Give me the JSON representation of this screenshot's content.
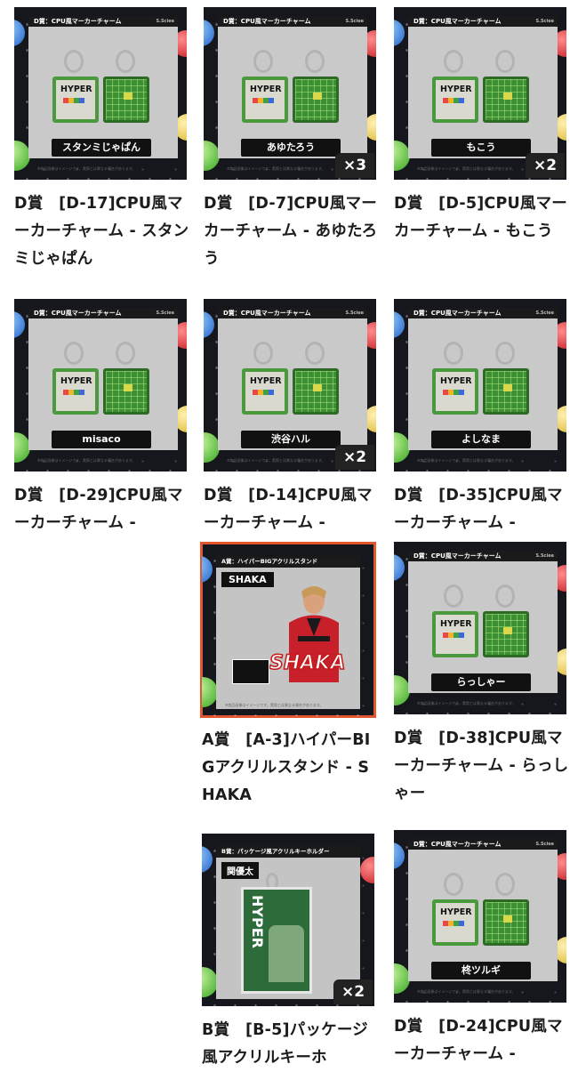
{
  "items": [
    {
      "caption": "D賞　[D-17]CPU風マーカーチャーム - スタンミじゃぱん",
      "header": "D賞：CPU風マーカーチャーム",
      "credit": "S.Sciee",
      "nameplate": "スタンミじゃぱん",
      "mult": "",
      "charm_label": "HYPER"
    },
    {
      "caption": "D賞　[D-7]CPU風マーカーチャーム - あゆたろう",
      "header": "D賞：CPU風マーカーチャーム",
      "credit": "S.Sciee",
      "nameplate": "あゆたろう",
      "mult": "×3",
      "charm_label": "HYPER"
    },
    {
      "caption": "D賞　[D-5]CPU風マーカーチャーム - もこう",
      "header": "D賞：CPU風マーカーチャーム",
      "credit": "S.Sciee",
      "nameplate": "もこう",
      "mult": "×2",
      "charm_label": "HYPER"
    },
    {
      "caption": "D賞　[D-29]CPU風マーカーチャーム - ",
      "header": "D賞：CPU風マーカーチャーム",
      "credit": "S.Sciee",
      "nameplate": "misaco",
      "mult": "",
      "charm_label": "HYPER"
    },
    {
      "caption": "D賞　[D-14]CPU風マーカーチャーム - ",
      "header": "D賞：CPU風マーカーチャーム",
      "credit": "S.Sciee",
      "nameplate": "渋谷ハル",
      "mult": "×2",
      "charm_label": "HYPER"
    },
    {
      "caption": "D賞　[D-35]CPU風マーカーチャーム - ",
      "header": "D賞：CPU風マーカーチャーム",
      "credit": "S.Sciee",
      "nameplate": "よしなま",
      "mult": "",
      "charm_label": "HYPER"
    },
    {
      "caption": "A賞　[A-3]ハイパーBIGアクリルスタンド - SHAKA",
      "header": "A賞：ハイパーBIGアクリルスタンド",
      "name_tag": "SHAKA",
      "logo": "SHAKA"
    },
    {
      "caption": "D賞　[D-38]CPU風マーカーチャーム - らっしゃー",
      "header": "D賞：CPU風マーカーチャーム",
      "credit": "S.Sciee",
      "nameplate": "らっしゃー",
      "mult": "",
      "charm_label": "HYPER"
    },
    {
      "caption": "B賞　[B-5]パッケージ風アクリルキーホ",
      "header": "B賞：パッケージ風アクリルキーホルダー",
      "name_tag": "関優太",
      "mult": "×2",
      "card_label": "HYPER"
    },
    {
      "caption": "D賞　[D-24]CPU風マーカーチャーム - ",
      "header": "D賞：CPU風マーカーチャーム",
      "credit": "S.Sciee",
      "nameplate": "柊ツルギ",
      "mult": "",
      "charm_label": "HYPER"
    }
  ],
  "fine_print": "※商品画像はイメージです。実際とは異なる場合があります。",
  "colors": {
    "selected_outline": "#e2572f"
  }
}
